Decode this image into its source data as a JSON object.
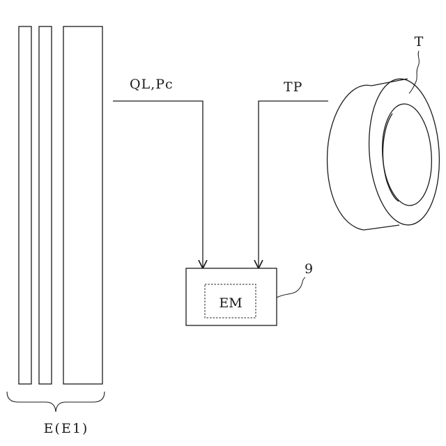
{
  "labels": {
    "flow_left": "QL,Pc",
    "flow_right": "TP",
    "tire_ref": "T",
    "unit_ref": "9",
    "unit_inner": "EM",
    "group_ref": "E(E1)"
  },
  "colors": {
    "line": "#1a1a1a",
    "background": "#ffffff"
  }
}
